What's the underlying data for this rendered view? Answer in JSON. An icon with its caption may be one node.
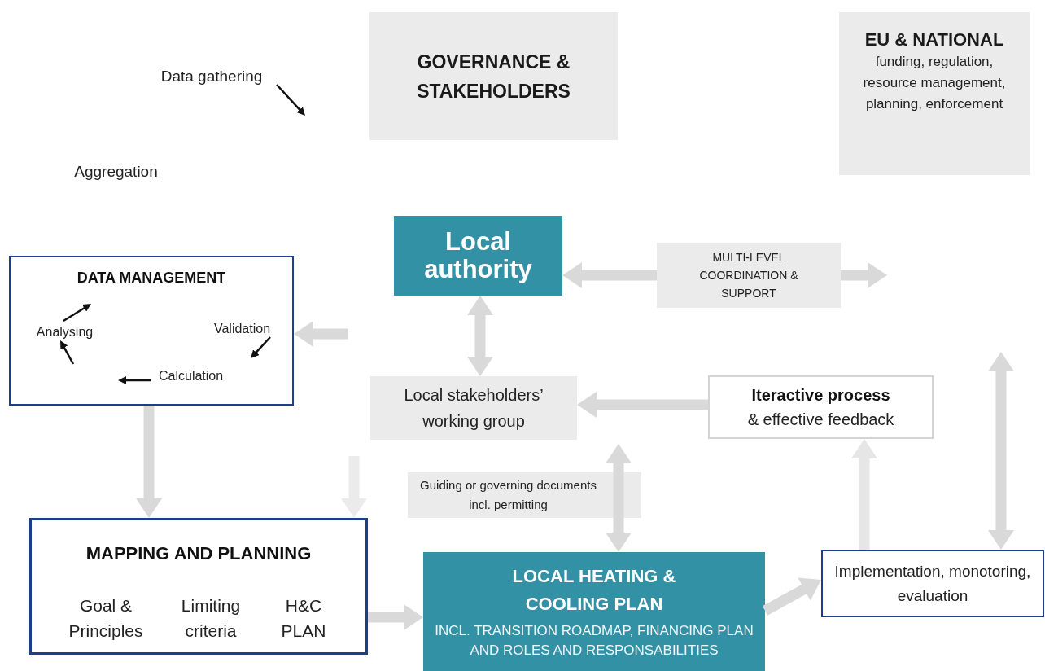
{
  "diagram": {
    "nodes": [
      {
        "text": [
          "GOVERNANCE & STAKEHOLDERS"
        ]
      },
      {
        "text": [
          "EU & NATIONAL",
          "funding, regulation, resource management, planning, enforcement"
        ]
      },
      {
        "text": [
          "Data gathering"
        ]
      },
      {
        "text": [
          "Aggregation"
        ]
      },
      {
        "text": [
          "Local authority"
        ]
      },
      {
        "text": [
          "MULTI-LEVEL COORDINATION & SUPPORT"
        ]
      },
      {
        "text": [
          "DATA MANAGEMENT"
        ]
      },
      {
        "text": [
          "Analysing"
        ],
        "in": 6
      },
      {
        "text": [
          "Validation"
        ],
        "in": 6
      },
      {
        "text": [
          "Calculation"
        ],
        "in": 6
      },
      {
        "text": [
          "Local stakeholders’ working group"
        ]
      },
      {
        "text": [
          "Iteractive process",
          "& effective feedback"
        ]
      },
      {
        "text": [
          "Guiding or governing documents incl. permitting"
        ]
      },
      {
        "text": [
          "MAPPING AND PLANNING",
          "Goal & Principles",
          "Limiting criteria",
          "H&C PLAN"
        ]
      },
      {
        "text": [
          "LOCAL HEATING & COOLING PLAN",
          "INCL. TRANSITION ROADMAP, FINANCING PLAN AND ROLES AND RESPONSABILITIES"
        ]
      },
      {
        "text": [
          "Implementation, monotoring, evaluation"
        ]
      }
    ],
    "edges": [
      {
        "from": 2,
        "to": null,
        "arrow": "to",
        "color": "#111111"
      },
      {
        "from": 7,
        "to": null,
        "arrow": "to",
        "color": "#111111"
      },
      {
        "from": 8,
        "to": 9,
        "arrow": "to",
        "color": "#111111"
      },
      {
        "from": 9,
        "to": null,
        "arrow": "to",
        "color": "#111111"
      },
      {
        "from": null,
        "to": 7,
        "arrow": "to",
        "color": "#111111"
      },
      {
        "from": 4,
        "to": 10,
        "arrow": "both"
      },
      {
        "from": null,
        "to": 6,
        "arrow": "to"
      },
      {
        "from": 5,
        "to": 4,
        "arrow": "to"
      },
      {
        "from": 5,
        "to": null,
        "arrow": "to"
      },
      {
        "from": 11,
        "to": 10,
        "arrow": "to"
      },
      {
        "from": 12,
        "to": 14,
        "arrow": "both"
      },
      {
        "from": 15,
        "to": 11,
        "arrow": "to",
        "color": "#e6e6e6"
      },
      {
        "from": null,
        "to": 15,
        "arrow": "both"
      },
      {
        "from": 6,
        "to": 13,
        "arrow": "to"
      },
      {
        "from": null,
        "to": 13,
        "arrow": "to",
        "color": "#ebebeb"
      },
      {
        "from": 13,
        "to": 14,
        "arrow": "to"
      },
      {
        "from": 14,
        "to": 15,
        "arrow": "to"
      }
    ]
  }
}
